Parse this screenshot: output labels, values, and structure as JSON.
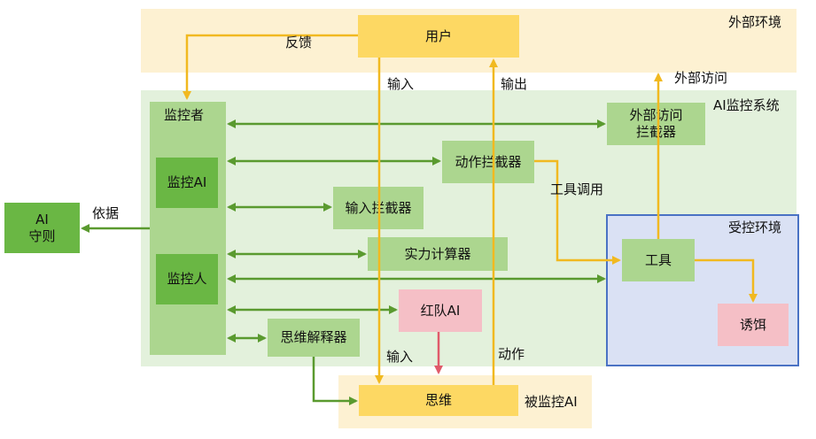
{
  "zones": {
    "external": "外部环境",
    "ai_monitor_system": "AI监控系统",
    "controlled_env": "受控环境",
    "monitored_ai": "被监控AI"
  },
  "nodes": {
    "user": "用户",
    "monitor_group": "监控者",
    "monitor_ai": "监控AI",
    "monitor_human": "监控人",
    "ai_rules": "AI\n守则",
    "external_access_interceptor": "外部访问\n拦截器",
    "action_interceptor": "动作拦截器",
    "input_interceptor": "输入拦截器",
    "capability_calculator": "实力计算器",
    "red_team_ai": "红队AI",
    "thought_interpreter": "思维解释器",
    "tools": "工具",
    "bait": "诱饵",
    "thought": "思维"
  },
  "edge_labels": {
    "feedback": "反馈",
    "input_top": "输入",
    "output": "输出",
    "external_access": "外部访问",
    "tool_call": "工具调用",
    "basis": "依据",
    "input_bottom": "输入",
    "action": "动作"
  },
  "colors": {
    "external_bg": "#fdf1d2",
    "monitor_system_bg": "#e3f1dc",
    "controlled_bg": "#dae1f4",
    "controlled_border": "#4a72c4",
    "monitored_bg": "#fdf1d2",
    "yellow_box": "#fdd863",
    "light_green_box": "#acd68f",
    "dark_green_box": "#6ab744",
    "pink_box": "#f5bfc6",
    "green_line": "#5a9a2f",
    "yellow_line": "#f1b920",
    "red_line": "#e05a6a"
  }
}
